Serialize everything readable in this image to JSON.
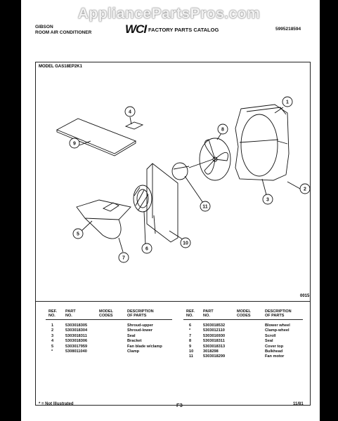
{
  "watermark": "AppliancePartsPros.com",
  "header": {
    "brand": "GIBSON",
    "subtitle": "ROOM AIR CONDITIONER",
    "logo": "WCI",
    "catalog": "FACTORY PARTS CATALOG",
    "catalog_number": "5995218594"
  },
  "model_label": "MODEL GAS18EP2K1",
  "diagram": {
    "callouts": [
      "1",
      "2",
      "3",
      "4",
      "5",
      "6",
      "7",
      "8",
      "9",
      "10",
      "11"
    ],
    "figure_code": "0015"
  },
  "table_headers": {
    "ref": "REF.",
    "no": "NO.",
    "part": "PART",
    "part_no": "NO.",
    "model": "MODEL",
    "codes": "CODES",
    "description": "DESCRIPTION",
    "of_parts": "OF PARTS"
  },
  "parts_left": [
    {
      "ref": "1",
      "part": "5303018305",
      "desc": "Shroud-upper"
    },
    {
      "ref": "2",
      "part": "5303018304",
      "desc": "Shroud-lower"
    },
    {
      "ref": "3",
      "part": "5303018311",
      "desc": "Seal"
    },
    {
      "ref": "4",
      "part": "5303018306",
      "desc": "Bracket"
    },
    {
      "ref": "5",
      "part": "5303017959",
      "desc": "Fan blade w/clamp"
    },
    {
      "ref": "*",
      "part": "5308011040",
      "desc": "Clamp"
    }
  ],
  "parts_right": [
    {
      "ref": "6",
      "part": "5303018532",
      "desc": "Blower wheel"
    },
    {
      "ref": "*",
      "part": "5303012110",
      "desc": "Clamp-wheel"
    },
    {
      "ref": "7",
      "part": "5303016930",
      "desc": "Scroll"
    },
    {
      "ref": "8",
      "part": "5303018311",
      "desc": "Seal"
    },
    {
      "ref": "9",
      "part": "5303018313",
      "desc": "Cover top"
    },
    {
      "ref": "10",
      "part": "3018298",
      "desc": "Bulkhead"
    },
    {
      "ref": "11",
      "part": "5303018299",
      "desc": "Fan motor"
    }
  ],
  "footer": {
    "note": "* = Not Illustrated",
    "page": "F3",
    "date": "11/81"
  }
}
